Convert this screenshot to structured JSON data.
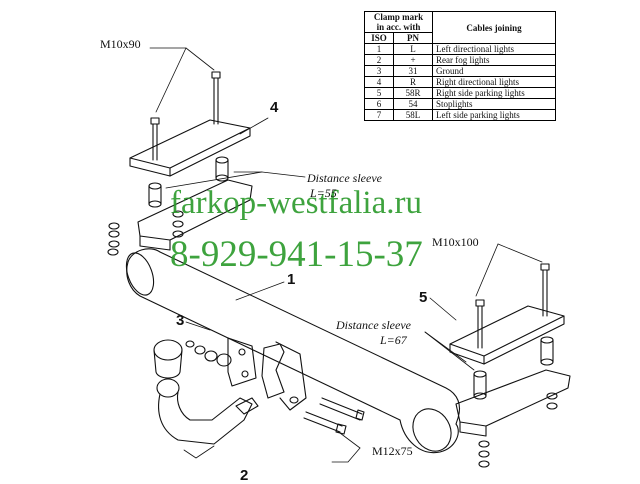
{
  "watermark": {
    "site": "farkop-westfalia.ru",
    "phone": "8-929-941-15-37"
  },
  "labels": {
    "bolt_m10x90": "M10x90",
    "bolt_m10x100": "M10x100",
    "bolt_m12x75": "M12x75",
    "sleeve_left_title": "Distance sleeve",
    "sleeve_left_length": "L=55",
    "sleeve_right_title": "Distance sleeve",
    "sleeve_right_length": "L=67"
  },
  "part_numbers": {
    "crossbar": "1",
    "ball": "2",
    "socket_plate": "3",
    "left_bracket": "4",
    "right_bracket": "5"
  },
  "table": {
    "header": {
      "clamp_mark_line1": "Clamp mark",
      "clamp_mark_line2": "in acc. with",
      "cables": "Cables joining",
      "iso": "ISO",
      "pn": "PN"
    },
    "rows": [
      {
        "iso": "1",
        "pn": "L",
        "desc": "Left directional lights"
      },
      {
        "iso": "2",
        "pn": "+",
        "desc": "Rear fog lights"
      },
      {
        "iso": "3",
        "pn": "31",
        "desc": "Ground"
      },
      {
        "iso": "4",
        "pn": "R",
        "desc": "Right directional lights"
      },
      {
        "iso": "5",
        "pn": "58R",
        "desc": "Right side parking lights"
      },
      {
        "iso": "6",
        "pn": "54",
        "desc": "Stoplights"
      },
      {
        "iso": "7",
        "pn": "58L",
        "desc": "Left side parking lights"
      }
    ]
  },
  "colors": {
    "line": "#111111",
    "watermark": "#2a9a2a",
    "background": "#ffffff"
  }
}
